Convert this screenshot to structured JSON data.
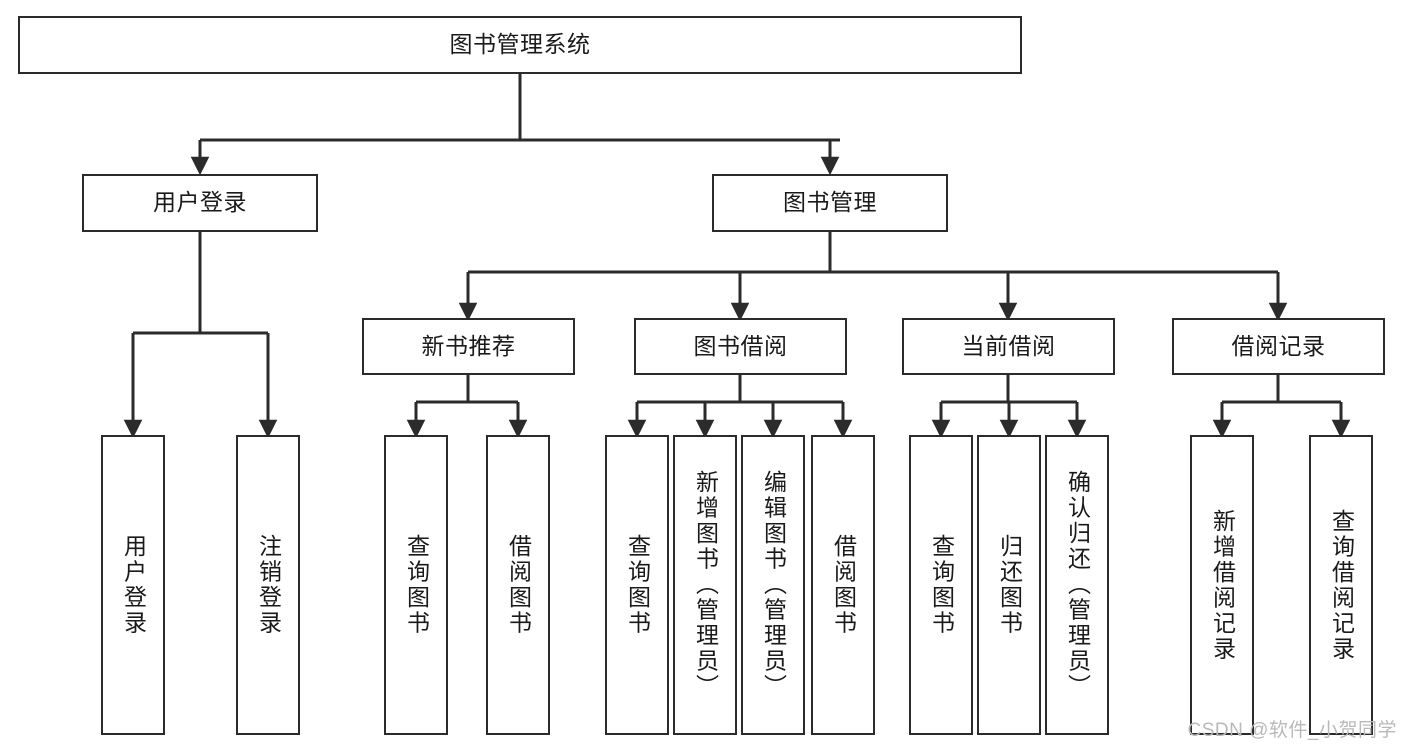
{
  "diagram": {
    "title": "图书管理系统",
    "background": "#ffffff",
    "line_color": "#2b2b2b",
    "text_color": "#1a1a1a",
    "watermark": "CSDN @软件_小贺同学",
    "levels": {
      "root": {
        "label": "图书管理系统"
      },
      "level2": [
        {
          "label": "用户登录"
        },
        {
          "label": "图书管理"
        }
      ],
      "level3": [
        {
          "label": "新书推荐"
        },
        {
          "label": "图书借阅"
        },
        {
          "label": "当前借阅"
        },
        {
          "label": "借阅记录"
        }
      ],
      "leaves_user_login": [
        {
          "label": "用户登录"
        },
        {
          "label": "注销登录"
        }
      ],
      "leaves_new_book": [
        {
          "label": "查询图书"
        },
        {
          "label": "借阅图书"
        }
      ],
      "leaves_borrow": [
        {
          "label": "查询图书"
        },
        {
          "label": "新增图书（管理员）"
        },
        {
          "label": "编辑图书（管理员）"
        },
        {
          "label": "借阅图书"
        }
      ],
      "leaves_current": [
        {
          "label": "查询图书"
        },
        {
          "label": "归还图书"
        },
        {
          "label": "确认归还（管理员）"
        }
      ],
      "leaves_records": [
        {
          "label": "新增借阅记录"
        },
        {
          "label": "查询借阅记录"
        }
      ]
    }
  }
}
